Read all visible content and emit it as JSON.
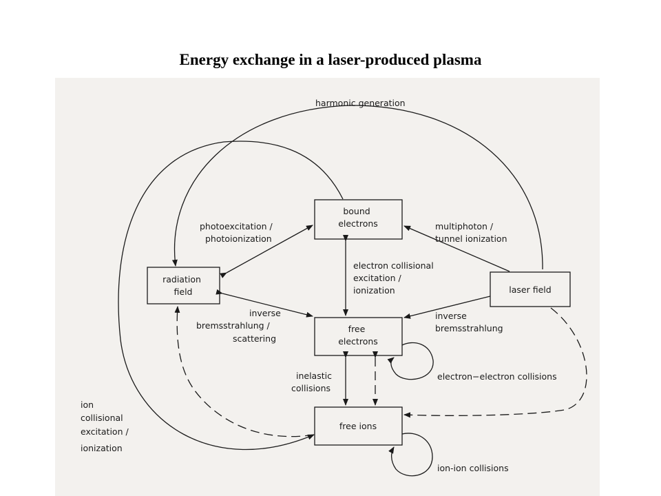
{
  "title": "Energy exchange in a laser-produced plasma",
  "nodes": {
    "bound_electrons": [
      "bound",
      "electrons"
    ],
    "radiation_field": [
      "radiation",
      "field"
    ],
    "laser_field": [
      "laser field"
    ],
    "free_electrons": [
      "free",
      "electrons"
    ],
    "free_ions": [
      "free ions"
    ]
  },
  "edge_labels": {
    "harmonic_generation": [
      "harmonic generation"
    ],
    "photoexcitation": [
      "photoexcitation /",
      "photoionization"
    ],
    "multiphoton": [
      "multiphoton /",
      "tunnel ionization"
    ],
    "electron_collisional": [
      "electron collisional",
      "excitation /",
      "ionization"
    ],
    "inverse_brems_left": [
      "inverse",
      "bremsstrahlung /",
      "scattering"
    ],
    "inverse_brems_right": [
      "inverse",
      "bremsstrahlung"
    ],
    "inelastic_collisions": [
      "inelastic",
      "collisions"
    ],
    "electron_electron_collisions": [
      "electron−electron collisions"
    ],
    "ion_collisional": [
      "ion",
      "collisional",
      "excitation /",
      "ionization"
    ],
    "ion_ion_collisions": [
      "ion-ion collisions"
    ]
  }
}
